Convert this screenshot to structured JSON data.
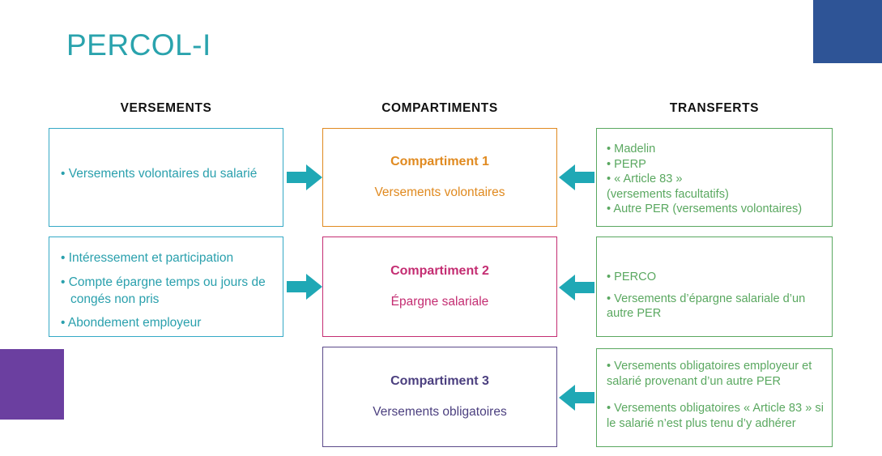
{
  "slide": {
    "title": "PERCOL-I",
    "accent_teal": "#2aa3ad",
    "accent_blue": "#2e5496",
    "accent_purple": "#6b3fa0"
  },
  "headers": {
    "versements": "VERSEMENTS",
    "compartiments": "COMPARTIMENTS",
    "transferts": "TRANSFERTS"
  },
  "versements": {
    "color": "#2aa0ad",
    "border": "#35a9c6",
    "boxes": [
      {
        "items": [
          "• Versements volontaires du salarié"
        ]
      },
      {
        "items": [
          "• Intéressement et participation",
          "• Compte épargne temps ou jours de congés non pris",
          "• Abondement employeur"
        ]
      }
    ]
  },
  "compartiments": [
    {
      "title": "Compartiment 1",
      "subtitle": "Versements volontaires",
      "color": "#e08a20"
    },
    {
      "title": "Compartiment 2",
      "subtitle": "Épargne salariale",
      "color": "#c42d72"
    },
    {
      "title": "Compartiment 3",
      "subtitle": "Versements obligatoires",
      "color": "#4b3f7f"
    }
  ],
  "transferts": {
    "color": "#5aa860",
    "border": "#5aa860",
    "boxes": [
      {
        "items": [
          "• Madelin",
          "• PERP",
          "•  « Article 83 »",
          "(versements facultatifs)",
          "• Autre PER (versements volontaires)"
        ]
      },
      {
        "items": [
          "• PERCO",
          "• Versements d’épargne salariale d’un autre PER"
        ]
      },
      {
        "items": [
          "• Versements obligatoires employeur et salarié provenant d’un autre PER",
          "• Versements obligatoires « Article 83 » si le salarié n’est plus tenu d’y adhérer"
        ]
      }
    ]
  },
  "arrows": {
    "color": "#1fa8b5",
    "right_label": "arrow-right",
    "left_label": "arrow-left"
  }
}
